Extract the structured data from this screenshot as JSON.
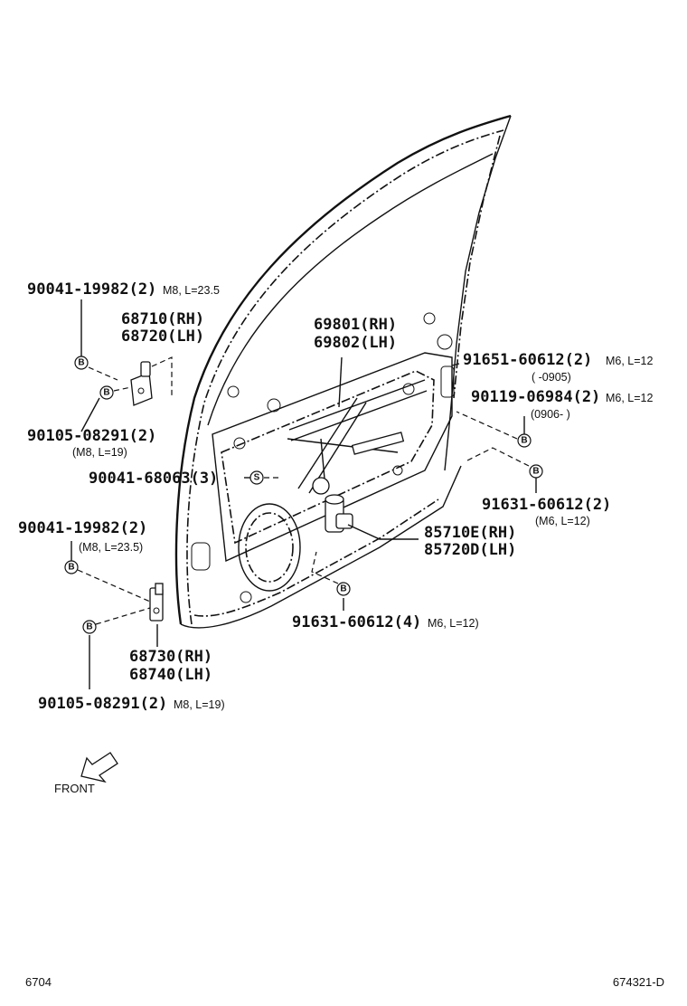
{
  "callouts": {
    "c1_pn": "90041-19982(2)",
    "c1_spec": "M8, L=23.5",
    "c2_pn_rh": "68710(RH)",
    "c2_pn_lh": "68720(LH)",
    "c3_pn": "90105-08291(2)",
    "c3_spec": "(M8, L=19)",
    "c4_pn": "90041-68063(3)",
    "c5_pn_rh": "69801(RH)",
    "c5_pn_lh": "69802(LH)",
    "c6_pn": "91651-60612(2)",
    "c6_spec": "M6, L=12",
    "c6_range": "(      -0905)",
    "c7_pn": "90119-06984(2)",
    "c7_spec": "M6, L=12",
    "c7_range": "(0906-      )",
    "c8_pn": "91631-60612(2)",
    "c8_spec": "(M6, L=12)",
    "c9_pn_rh": "85710E(RH)",
    "c9_pn_lh": "85720D(LH)",
    "c10_pn": "90041-19982(2)",
    "c10_spec": "(M8, L=23.5)",
    "c11_pn": "91631-60612(4)",
    "c11_spec": "M6, L=12)",
    "c12_pn_rh": "68730(RH)",
    "c12_pn_lh": "68740(LH)",
    "c13_pn": "90105-08291(2)",
    "c13_spec": "M8, L=19)"
  },
  "symbols": {
    "bolt": "B",
    "screw": "S"
  },
  "front_label": "FRONT",
  "footer": {
    "page_code": "6704",
    "figure_code": "674321-D"
  }
}
